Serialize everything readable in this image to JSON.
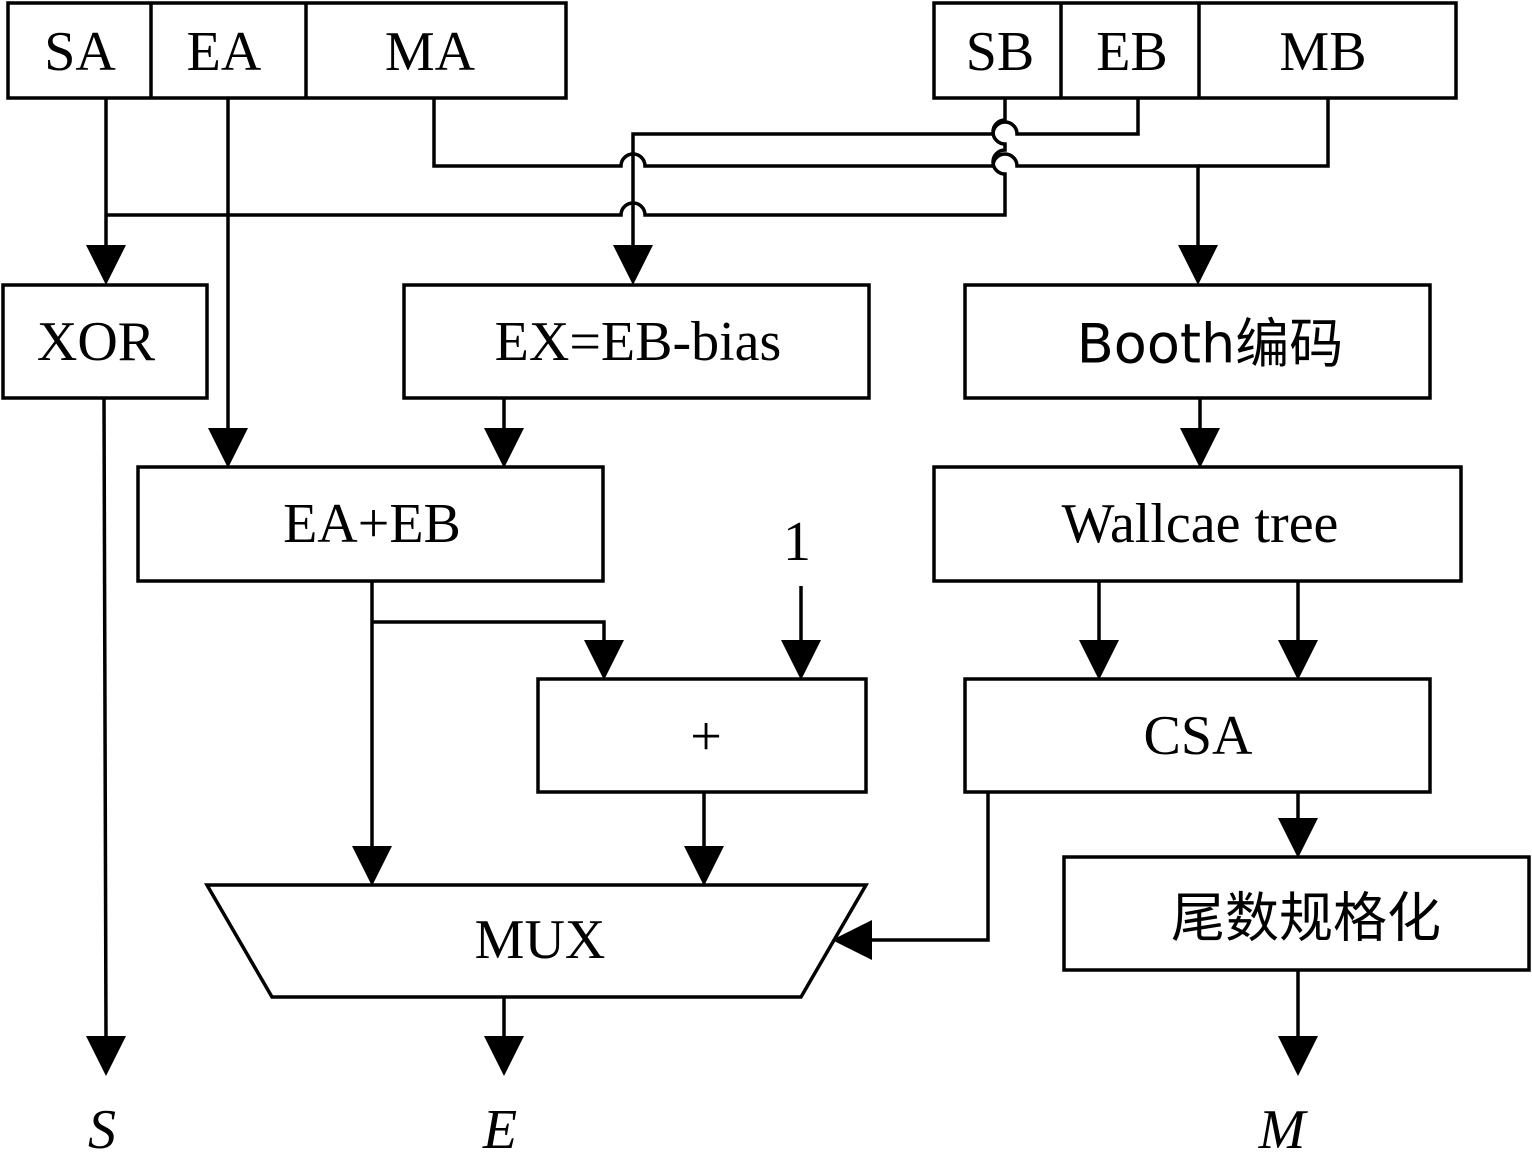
{
  "operand_a": {
    "sign": "SA",
    "exponent": "EA",
    "mantissa": "MA"
  },
  "operand_b": {
    "sign": "SB",
    "exponent": "EB",
    "mantissa": "MB"
  },
  "blocks": {
    "xor": "XOR",
    "bias": "EX=EB-bias",
    "booth": "Booth编码",
    "exp_add": "EA+EB",
    "const_one": "1",
    "wallace": "Wallcae tree",
    "plus": "+",
    "csa": "CSA",
    "mux": "MUX",
    "normalize": "尾数规格化"
  },
  "outputs": {
    "sign": "S",
    "exponent": "E",
    "mantissa": "M"
  }
}
